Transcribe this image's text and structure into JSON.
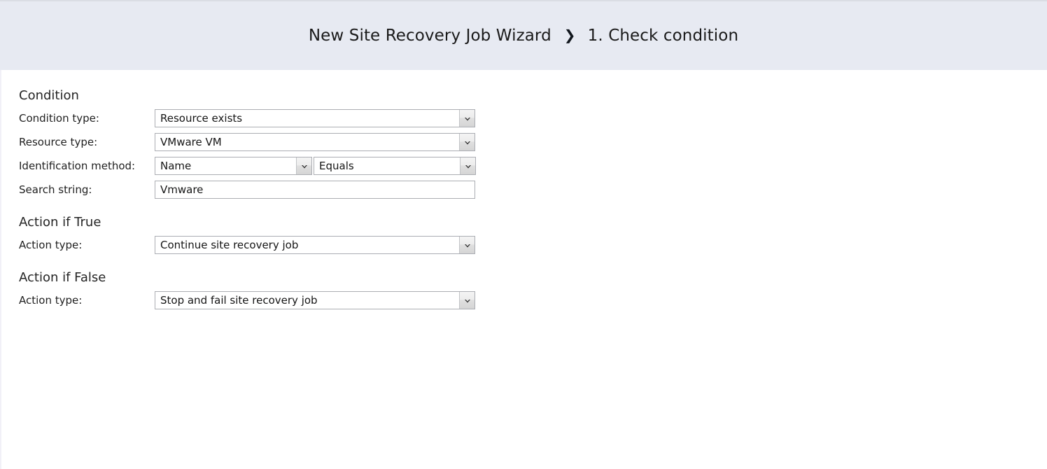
{
  "header": {
    "title": "New Site Recovery Job Wizard",
    "separator": "❯",
    "step": "1. Check condition"
  },
  "sections": {
    "condition": {
      "heading": "Condition",
      "fields": {
        "condition_type": {
          "label": "Condition type:",
          "value": "Resource exists"
        },
        "resource_type": {
          "label": "Resource type:",
          "value": "VMware VM"
        },
        "identification_method": {
          "label": "Identification method:",
          "value": "Name",
          "operator": "Equals"
        },
        "search_string": {
          "label": "Search string:",
          "value": "Vmware",
          "placeholder": ""
        }
      }
    },
    "action_if_true": {
      "heading": "Action if True",
      "fields": {
        "action_type": {
          "label": "Action type:",
          "value": "Continue site recovery job"
        }
      }
    },
    "action_if_false": {
      "heading": "Action if False",
      "fields": {
        "action_type": {
          "label": "Action type:",
          "value": "Stop and fail site recovery job"
        }
      }
    }
  },
  "icons": {
    "dropdown": "chevron-down-icon",
    "breadcrumb_separator": "chevron-right-icon"
  },
  "colors": {
    "header_background": "#e7eaf2",
    "page_background": "#ffffff",
    "control_border": "#abadb3",
    "text": "#1a1a1a"
  }
}
